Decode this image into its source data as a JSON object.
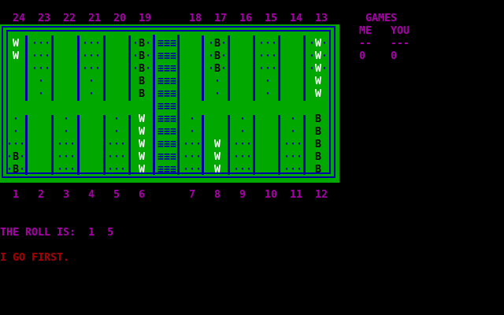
{
  "colors": {
    "board_green": "#00A800",
    "line_blue": "#0000A8",
    "text_magenta": "#A800A8",
    "text_red": "#A80000",
    "piece_white": "#FFFFFF",
    "piece_black": "#000000"
  },
  "board": {
    "dot_glyph": "·",
    "bar_glyph": "≡≡≡",
    "top_points": [
      {
        "label": "24",
        "pieces": "WW",
        "dotted": false
      },
      {
        "label": "23",
        "pieces": "",
        "dotted": true
      },
      {
        "label": "22",
        "pieces": "",
        "dotted": false
      },
      {
        "label": "21",
        "pieces": "",
        "dotted": true
      },
      {
        "label": "20",
        "pieces": "",
        "dotted": false
      },
      {
        "label": "19",
        "pieces": "BBBBB",
        "dotted": true
      },
      {
        "label": "18",
        "pieces": "",
        "dotted": false
      },
      {
        "label": "17",
        "pieces": "BBB",
        "dotted": true
      },
      {
        "label": "16",
        "pieces": "",
        "dotted": false
      },
      {
        "label": "15",
        "pieces": "",
        "dotted": true
      },
      {
        "label": "14",
        "pieces": "",
        "dotted": false
      },
      {
        "label": "13",
        "pieces": "WWWWW",
        "dotted": true
      }
    ],
    "bottom_points": [
      {
        "label": "1",
        "pieces": "BB",
        "dotted": true
      },
      {
        "label": "2",
        "pieces": "",
        "dotted": false
      },
      {
        "label": "3",
        "pieces": "",
        "dotted": true
      },
      {
        "label": "4",
        "pieces": "",
        "dotted": false
      },
      {
        "label": "5",
        "pieces": "",
        "dotted": true
      },
      {
        "label": "6",
        "pieces": "WWWWW",
        "dotted": false
      },
      {
        "label": "7",
        "pieces": "",
        "dotted": true
      },
      {
        "label": "8",
        "pieces": "WWW",
        "dotted": false
      },
      {
        "label": "9",
        "pieces": "",
        "dotted": true
      },
      {
        "label": "10",
        "pieces": "",
        "dotted": false
      },
      {
        "label": "11",
        "pieces": "",
        "dotted": true
      },
      {
        "label": "12",
        "pieces": "BBBBB",
        "dotted": false
      }
    ]
  },
  "scoreboard": {
    "title": "GAMES",
    "me_label": "ME",
    "you_label": "YOU",
    "me_rule": "--",
    "you_rule": "---",
    "me_score": "0",
    "you_score": "0"
  },
  "messages": {
    "roll": "THE ROLL IS:  1  5",
    "first": "I GO FIRST."
  }
}
